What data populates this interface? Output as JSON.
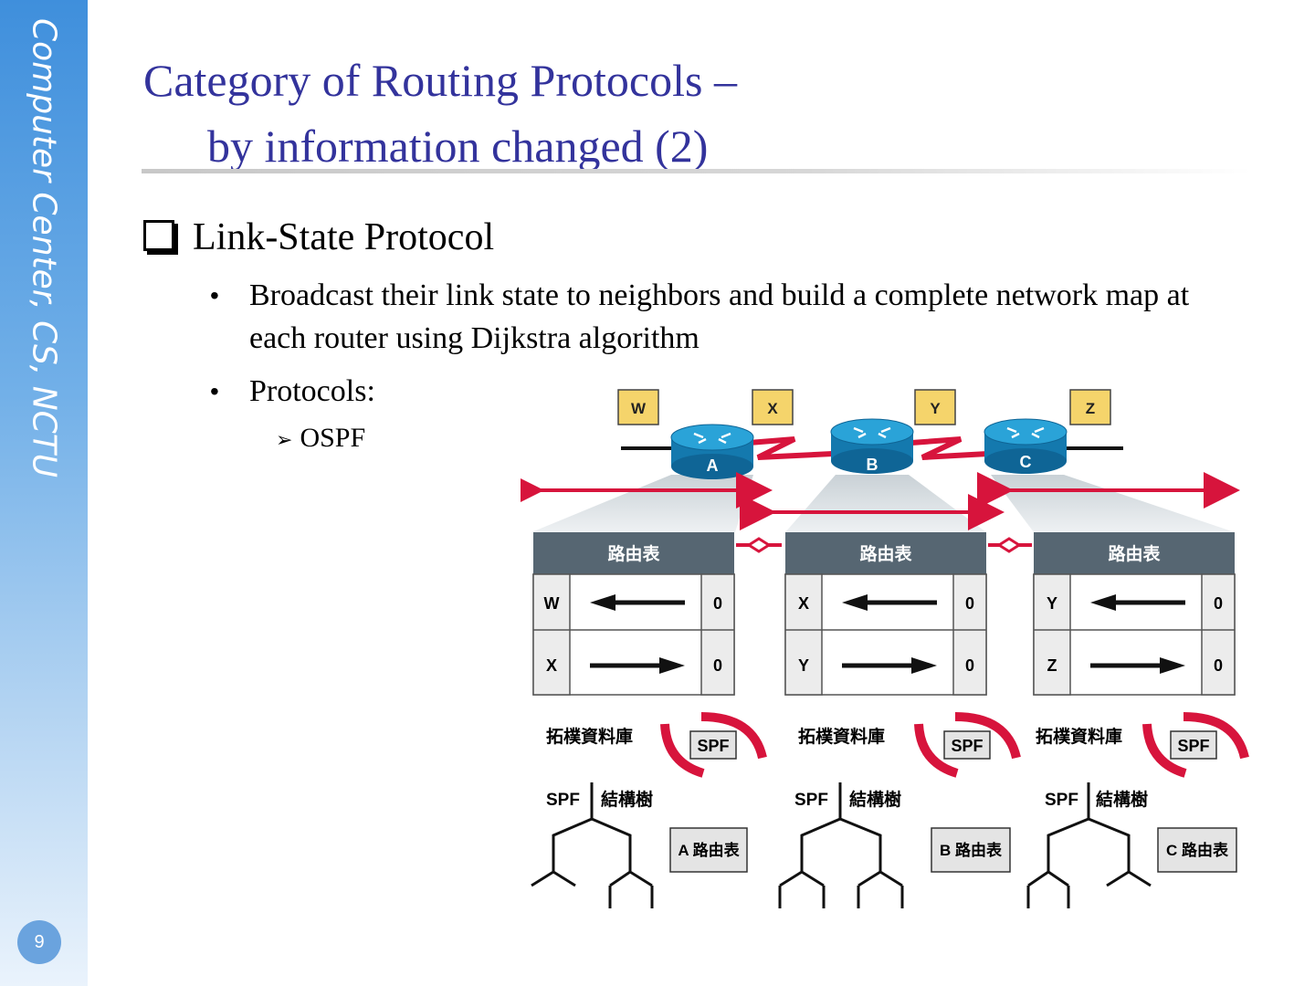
{
  "sidebar": {
    "text": "Computer Center, CS, NCTU",
    "page_number": "9"
  },
  "slide": {
    "title_line1": "Category of Routing Protocols –",
    "title_line2": "by information changed (2)",
    "bullet1": "Link-State Protocol",
    "bullet1_sub1": "Broadcast their link state to neighbors and build a complete network map at each router using Dijkstra algorithm",
    "bullet1_sub2": "Protocols:",
    "bullet1_sub2_item": "OSPF"
  },
  "diagram": {
    "networks": [
      "W",
      "X",
      "Y",
      "Z"
    ],
    "routers": [
      "A",
      "B",
      "C"
    ],
    "tables": [
      {
        "header": "路由表",
        "rows": [
          {
            "net": "W",
            "dir": "left",
            "cost": "0"
          },
          {
            "net": "X",
            "dir": "right",
            "cost": "0"
          }
        ]
      },
      {
        "header": "路由表",
        "rows": [
          {
            "net": "X",
            "dir": "left",
            "cost": "0"
          },
          {
            "net": "Y",
            "dir": "right",
            "cost": "0"
          }
        ]
      },
      {
        "header": "路由表",
        "rows": [
          {
            "net": "Y",
            "dir": "left",
            "cost": "0"
          },
          {
            "net": "Z",
            "dir": "right",
            "cost": "0"
          }
        ]
      }
    ],
    "topology_db_label": "拓樸資料庫",
    "spf_label": "SPF",
    "spf_tree_left": "SPF",
    "spf_tree_right": "結構樹",
    "result_tables": [
      "A 路由表",
      "B 路由表",
      "C 路由表"
    ],
    "colors": {
      "accent_red": "#d7143c",
      "table_header": "#566672",
      "network_box": "#f5d46b",
      "router": "#1c8fc6"
    }
  }
}
